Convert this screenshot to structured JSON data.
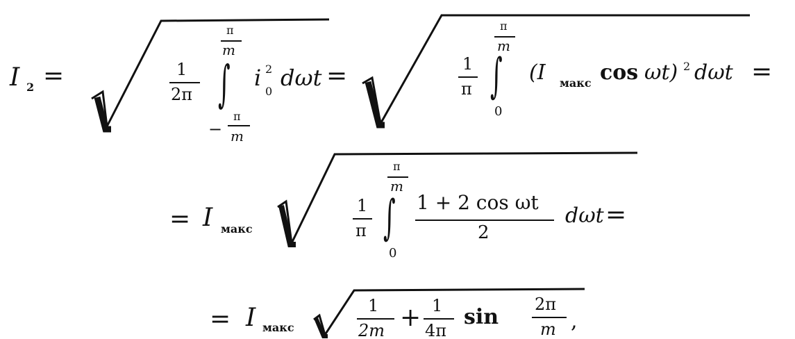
{
  "line1": {
    "lhs_I": "I",
    "lhs_sub": "2",
    "eq1": "=",
    "frac1_num": "1",
    "frac1_den": "2π",
    "int1": "∫",
    "int1_upper_num": "π",
    "int1_upper_den": "m",
    "int1_lower_minus": "−",
    "int1_lower_num": "π",
    "int1_lower_den": "m",
    "integrand1_i": "i",
    "integrand1_sup": "2",
    "integrand1_sub": "0",
    "integrand1_dwt": "dωt",
    "eq2": "=",
    "frac2_num": "1",
    "frac2_den": "π",
    "int2": "∫",
    "int2_upper_num": "π",
    "int2_upper_den": "m",
    "int2_lower": "0",
    "integrand2_open": "(I",
    "integrand2_sub": "макс",
    "integrand2_cos": "cos",
    "integrand2_wt": "ωt)",
    "integrand2_sup": "2",
    "integrand2_dwt": "dωt",
    "eq3": "="
  },
  "line2": {
    "eq": "=",
    "I": "I",
    "I_sub": "макс",
    "frac_num": "1",
    "frac_den": "π",
    "int": "∫",
    "int_upper_num": "π",
    "int_upper_den": "m",
    "int_lower": "0",
    "big_num": "1 + 2 cos ωt",
    "big_den": "2",
    "dwt": "dωt",
    "eq_end": "="
  },
  "line3": {
    "eq": "=",
    "I": "I",
    "I_sub": "макс",
    "f1_num": "1",
    "f1_den": "2m",
    "plus": "+",
    "f2_num": "1",
    "f2_den": "4π",
    "sin": "sin",
    "f3_num": "2π",
    "f3_den": "m",
    "comma": ","
  }
}
